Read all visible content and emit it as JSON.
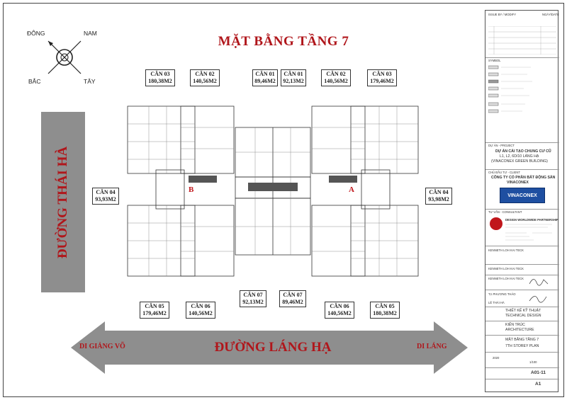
{
  "title": "MẶT BẰNG TẦNG 7",
  "compass": {
    "east": "ĐÔNG",
    "south": "NAM",
    "north": "BẮC",
    "west": "TÂY"
  },
  "roads": {
    "left": "ĐƯỜNG THÁI HÀ",
    "bottom": "ĐƯỜNG LÁNG HẠ",
    "arrow_left": "DI GIẢNG VÕ",
    "arrow_right": "DI LÁNG"
  },
  "markers": {
    "b": "B",
    "a": "A"
  },
  "units": {
    "top": [
      {
        "name": "CĂN 03",
        "area": "180,38M2"
      },
      {
        "name": "CĂN 02",
        "area": "140,56M2"
      },
      {
        "name": "CĂN 01",
        "area": "89,46M2"
      },
      {
        "name": "CĂN 01",
        "area": "92,13M2"
      },
      {
        "name": "CĂN 02",
        "area": "140,56M2"
      },
      {
        "name": "CĂN 03",
        "area": "179,46M2"
      }
    ],
    "left": {
      "name": "CĂN 04",
      "area": "93,93M2"
    },
    "right": {
      "name": "CĂN 04",
      "area": "93,98M2"
    },
    "bottom": [
      {
        "name": "CĂN 05",
        "area": "179,46M2"
      },
      {
        "name": "CĂN 06",
        "area": "140,56M2"
      },
      {
        "name": "CĂN 07",
        "area": "92,13M2"
      },
      {
        "name": "CĂN 07",
        "area": "89,46M2"
      },
      {
        "name": "CĂN 06",
        "area": "140,56M2"
      },
      {
        "name": "CĂN 05",
        "area": "180,38M2"
      }
    ]
  },
  "title_block": {
    "issue_header": "ISSUE BY / MODIFY",
    "date_header": "NGÀY/DATE",
    "legend_header": "SYMBOL",
    "project_label": "DỰ ÁN - PROJECT",
    "project": "DỰ ÁN CẢI TẠO CHUNG CƯ CŨ",
    "project_2": "L1, L2, 6D/10 LÁNG HẠ",
    "project_3": "(VINACONEX GREEN BUILDING)",
    "client_label": "CHỦ ĐẦU TƯ - CLIENT",
    "client": "CÔNG TY CỔ PHẦN BẤT ĐỘNG SẢN",
    "client_2": "VINACONEX",
    "brand": "VINACONEX",
    "consult_label": "TƯ VẤN - CONSULTANT",
    "design_company": "DESIGN WORLDWIDE PARTNERSHIP",
    "person_1": "KENNETH LOH KAI TECK",
    "person_2": "KENNETH LOH KAI TECK",
    "person_3": "KENNETH LOH KAI TECK",
    "person_4": "TẠ PHƯƠNG THẢO",
    "person_5": "LÊ THÁI HÀ",
    "stage_1": "THIẾT KẾ KỸ THUẬT",
    "stage_2": "TECHNICAL DESIGN",
    "discipline_1": "KIẾN TRÚC",
    "discipline_2": "ARCHITECTURE",
    "sheet_title_1": "MẶT BẰNG TẦNG 7",
    "sheet_title_2": "7TH STOREY PLAN",
    "year": "2020",
    "drawing_no": "A01-11",
    "size": "A1",
    "scale": "1/100"
  }
}
